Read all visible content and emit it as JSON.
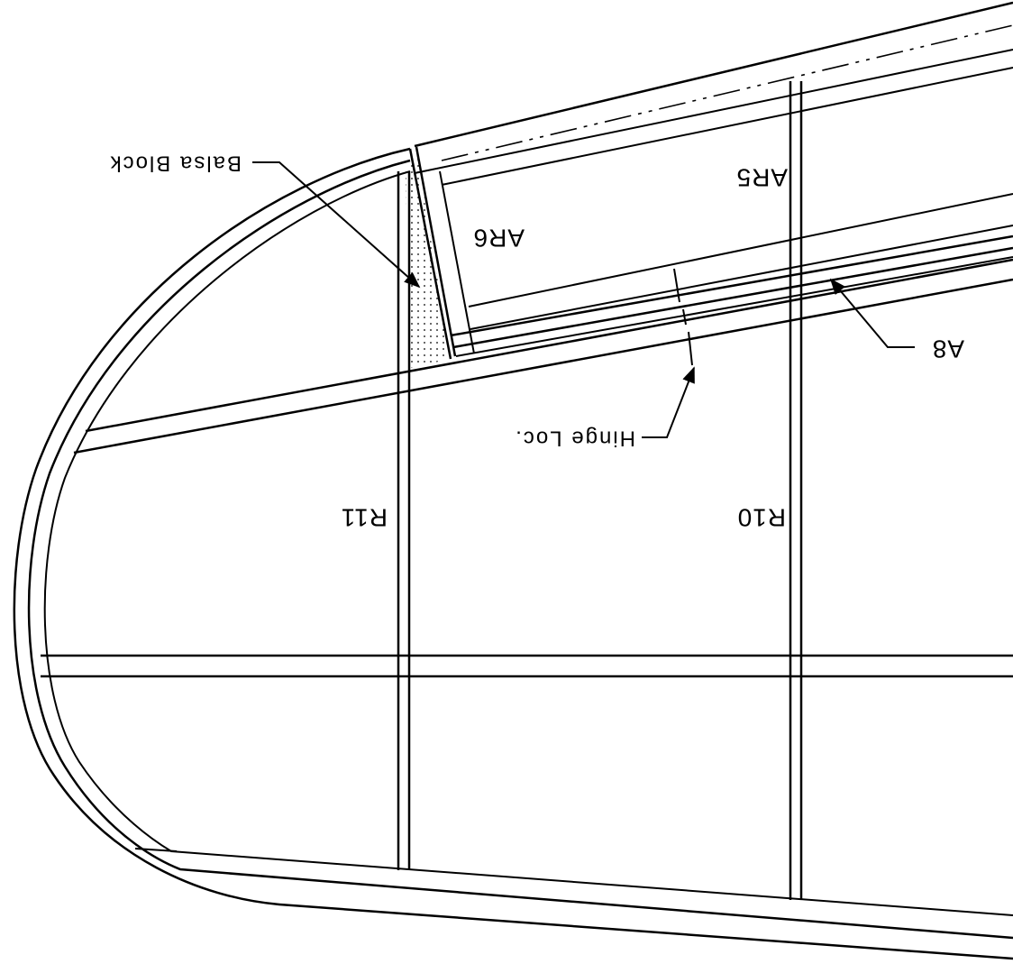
{
  "labels": {
    "balsa_block": "Balsa Block",
    "ar5": "AR5",
    "ar6": "AR6",
    "a8": "A8",
    "hinge_loc": "Hinge Loc.",
    "r10": "R10",
    "r11": "R11"
  },
  "colors": {
    "line": "#000000",
    "background": "#ffffff"
  }
}
